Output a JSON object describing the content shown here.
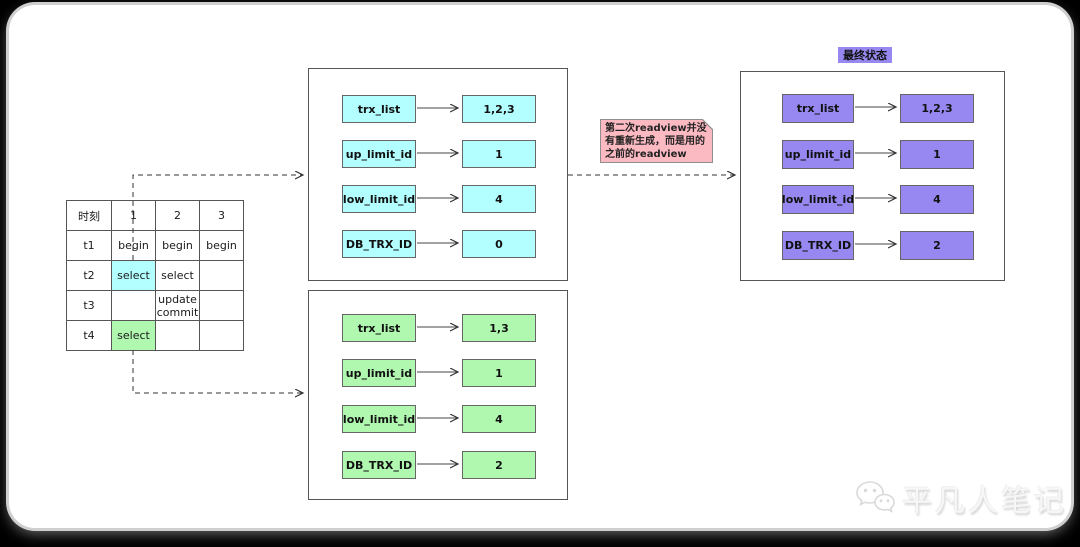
{
  "timeline_table": {
    "headers": [
      "时刻",
      "1",
      "2",
      "3"
    ],
    "rows": [
      {
        "cells": [
          "t1",
          "begin",
          "begin",
          "begin"
        ]
      },
      {
        "cells": [
          "t2",
          "select",
          "select",
          ""
        ]
      },
      {
        "cells": [
          "t3",
          "",
          "update\ncommit",
          ""
        ]
      },
      {
        "cells": [
          "t4",
          "select",
          "",
          ""
        ]
      }
    ]
  },
  "readviews": [
    {
      "name": "readview-at-t2",
      "fill": "#b3ffff",
      "rows": [
        {
          "label": "trx_list",
          "value": "1,2,3"
        },
        {
          "label": "up_limit_id",
          "value": "1"
        },
        {
          "label": "low_limit_id",
          "value": "4"
        },
        {
          "label": "DB_TRX_ID",
          "value": "0"
        }
      ]
    },
    {
      "name": "readview-at-t4",
      "fill": "#b0f7b0",
      "rows": [
        {
          "label": "trx_list",
          "value": "1,3"
        },
        {
          "label": "up_limit_id",
          "value": "1"
        },
        {
          "label": "low_limit_id",
          "value": "4"
        },
        {
          "label": "DB_TRX_ID",
          "value": "2"
        }
      ]
    },
    {
      "name": "final-state",
      "title": "最终状态",
      "fill": "#9688f0",
      "rows": [
        {
          "label": "trx_list",
          "value": "1,2,3"
        },
        {
          "label": "up_limit_id",
          "value": "1"
        },
        {
          "label": "low_limit_id",
          "value": "4"
        },
        {
          "label": "DB_TRX_ID",
          "value": "2"
        }
      ]
    }
  ],
  "note": {
    "text": "第二次readview并没有重新生成，而是用的之前的readview"
  },
  "watermark": {
    "icon": "wechat-icon",
    "text": "平凡人笔记"
  },
  "colors": {
    "cyan": "#b3ffff",
    "green": "#b0f7b0",
    "purple": "#9688f0",
    "note_pink": "#fbb9c2",
    "line": "#333333"
  }
}
